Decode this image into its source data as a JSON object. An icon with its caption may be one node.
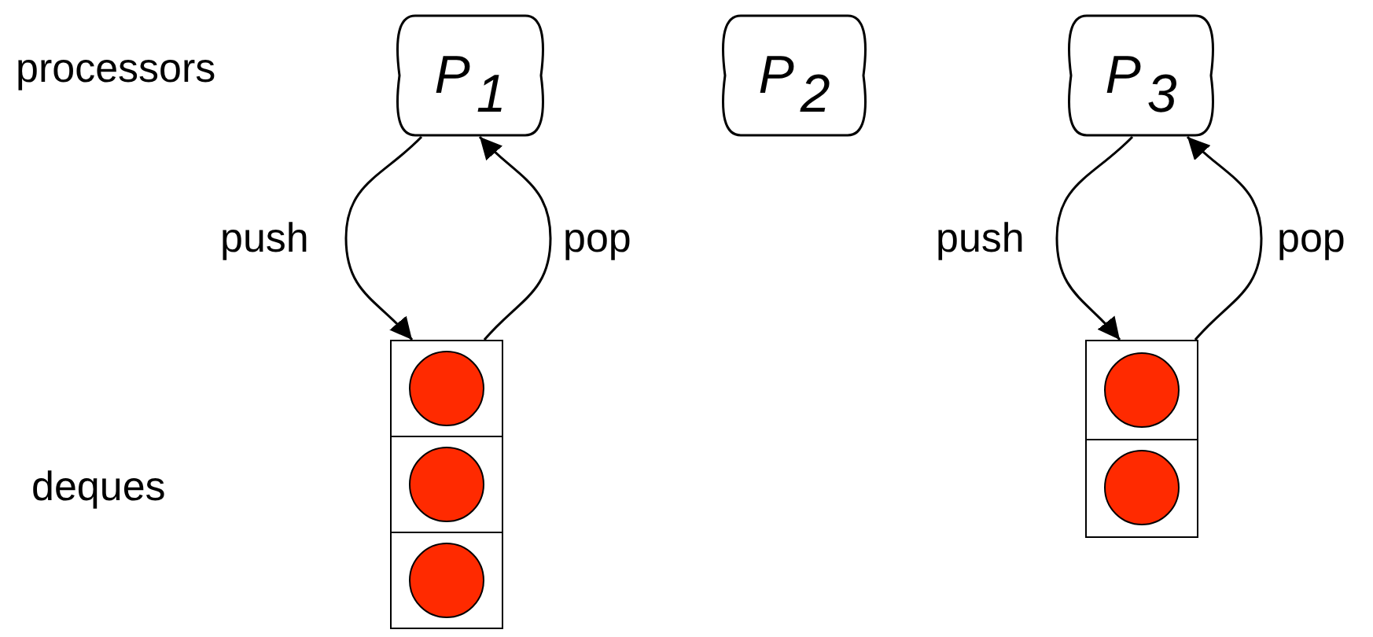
{
  "diagram": {
    "nodes": [
      {
        "text": [
          "P$_{1}$"
        ]
      },
      {
        "text": [
          "P$_{2}$"
        ]
      },
      {
        "text": [
          "P$_{3}$"
        ]
      },
      {
        "text": [],
        "shape": "box"
      },
      {
        "text": [],
        "shape": "circle",
        "in": 3
      },
      {
        "text": [],
        "shape": "circle",
        "in": 3
      },
      {
        "text": [],
        "shape": "circle",
        "in": 3
      },
      {
        "text": [],
        "shape": "box"
      },
      {
        "text": [],
        "shape": "circle",
        "in": 7
      },
      {
        "text": [],
        "shape": "circle",
        "in": 7
      }
    ],
    "edges": [
      {
        "from": 0,
        "to": 3,
        "arrow": "to",
        "label": "push"
      },
      {
        "from": 3,
        "to": 0,
        "arrow": "to",
        "label": "pop"
      },
      {
        "from": 2,
        "to": 7,
        "arrow": "to",
        "label": "push"
      },
      {
        "from": 7,
        "to": 2,
        "arrow": "to",
        "label": "pop"
      }
    ],
    "labels": [
      "processors",
      "deques"
    ]
  }
}
